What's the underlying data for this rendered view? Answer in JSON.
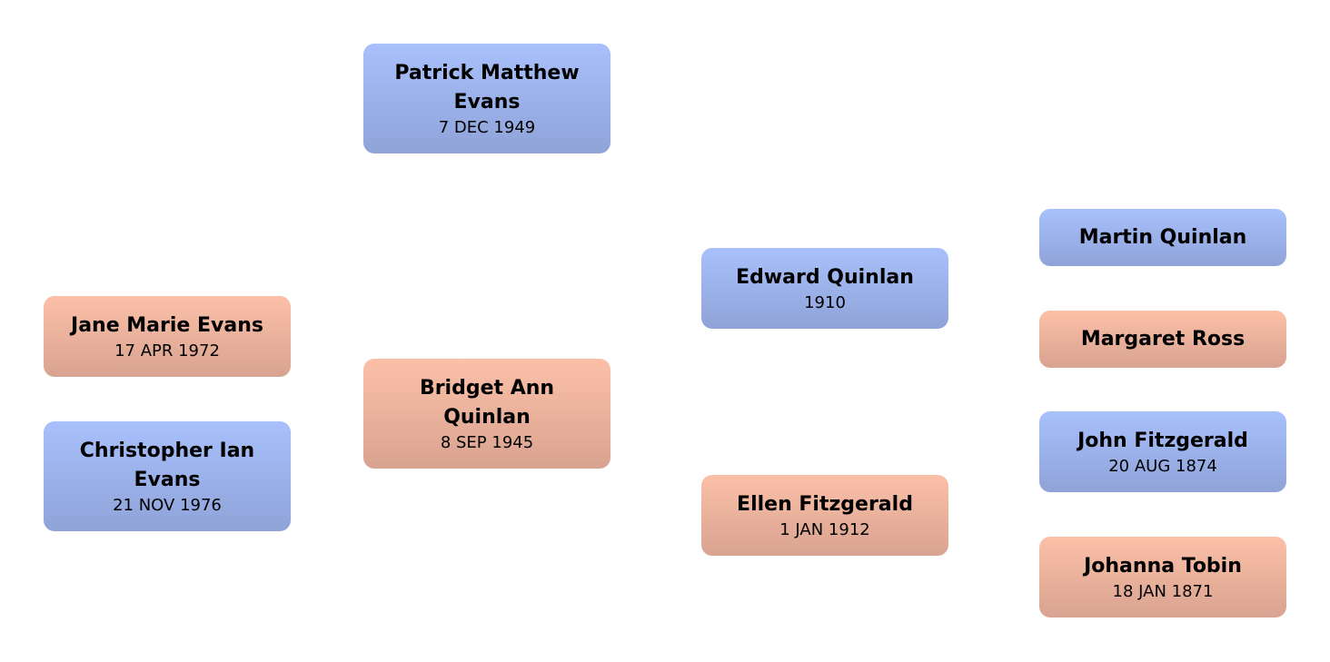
{
  "people": {
    "patrick": {
      "name": "Patrick Matthew Evans",
      "date": "7 DEC 1949"
    },
    "jane": {
      "name": "Jane Marie Evans",
      "date": "17 APR 1972"
    },
    "christopher": {
      "name": "Christopher Ian Evans",
      "date": "21 NOV 1976"
    },
    "bridget": {
      "name": "Bridget Ann Quinlan",
      "date": "8 SEP 1945"
    },
    "edward": {
      "name": "Edward Quinlan",
      "date": "1910"
    },
    "ellen": {
      "name": "Ellen Fitzgerald",
      "date": "1 JAN 1912"
    },
    "martin": {
      "name": "Martin Quinlan"
    },
    "margaret": {
      "name": "Margaret Ross"
    },
    "john": {
      "name": "John Fitzgerald",
      "date": "20 AUG 1874"
    },
    "johanna": {
      "name": "Johanna Tobin",
      "date": "18 JAN 1871"
    }
  },
  "colors": {
    "male": "#a8c0fc",
    "female": "#fcc0a8"
  }
}
